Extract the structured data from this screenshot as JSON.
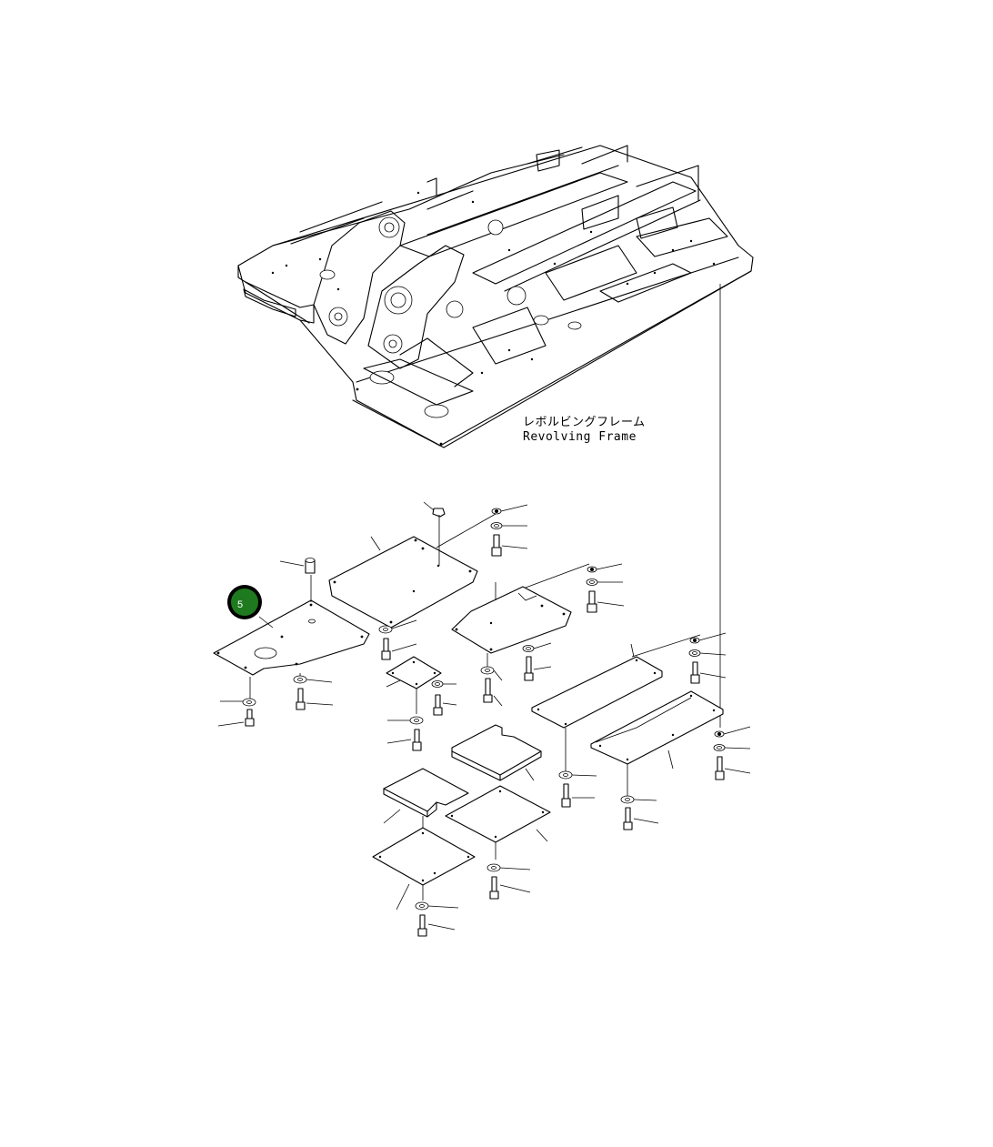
{
  "frame_label": {
    "japanese": "レボルビングフレーム",
    "english": "Revolving Frame"
  },
  "callouts": [
    {
      "number": "5",
      "color": "#1f7a1f",
      "ring_color": "#000000"
    }
  ]
}
